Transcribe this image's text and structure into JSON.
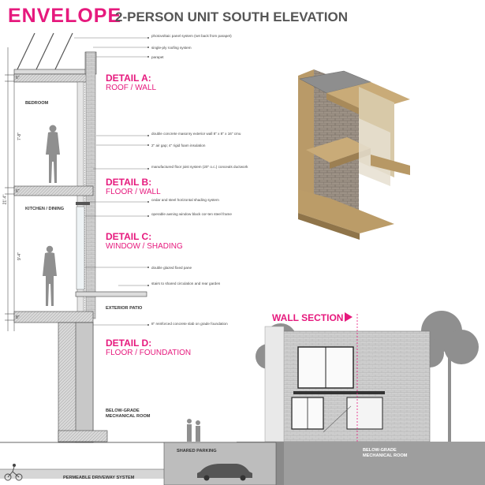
{
  "header": {
    "title": "ENVELOPE",
    "subtitle": "2-PERSON UNIT SOUTH ELEVATION"
  },
  "details": [
    {
      "title": "DETAIL A:",
      "subtitle": "ROOF / WALL"
    },
    {
      "title": "DETAIL B:",
      "subtitle": "FLOOR / WALL"
    },
    {
      "title": "DETAIL C:",
      "subtitle": "WINDOW / SHADING"
    },
    {
      "title": "DETAIL D:",
      "subtitle": "FLOOR / FOUNDATION"
    }
  ],
  "notes": {
    "pv_panel": "photovoltaic panel system (set back from parapet)",
    "roofing": "single-ply roofing system",
    "parapet": "parapet",
    "masonry_wall": "double concrete masonry exterior wall 8\" x 8\" x 16\" cmu",
    "air_gap": "2\" air gap; 4\" rigid foam insulation",
    "floor_joist": "manufactured floor joist system (20\" o.c.) conceals ductwork",
    "shading": "cedar and steel horizontal shading system",
    "awning_window": "operable awning window black cor-ten steel frame",
    "fixed_pane": "double glazed fixed pane",
    "stairs": "stairs to shared circulation and rear garden",
    "slab": "8\" reinforced concrete slab on grade foundation"
  },
  "rooms": {
    "bedroom": "BEDROOM",
    "kitchen": "KITCHEN / DINING",
    "patio": "EXTERIOR PATIO",
    "mech_left": "BELOW-GRADE MECHANICAL ROOM",
    "driveway": "PERMEABLE DRIVEWAY SYSTEM",
    "parking": "SHARED PARKING",
    "mech_right": "BELOW-GRADE MECHANICAL ROOM"
  },
  "dimensions": {
    "d6a": "6\"",
    "d78": "7'-8\"",
    "d6b": "6\"",
    "d214": "21'-4\"",
    "d94": "9'-4\"",
    "d8": "8\""
  },
  "wall_section": {
    "label": "WALL SECTION"
  },
  "colors": {
    "accent": "#e6197d",
    "wood": "#c9ab78",
    "brick": "#9a8f85"
  }
}
